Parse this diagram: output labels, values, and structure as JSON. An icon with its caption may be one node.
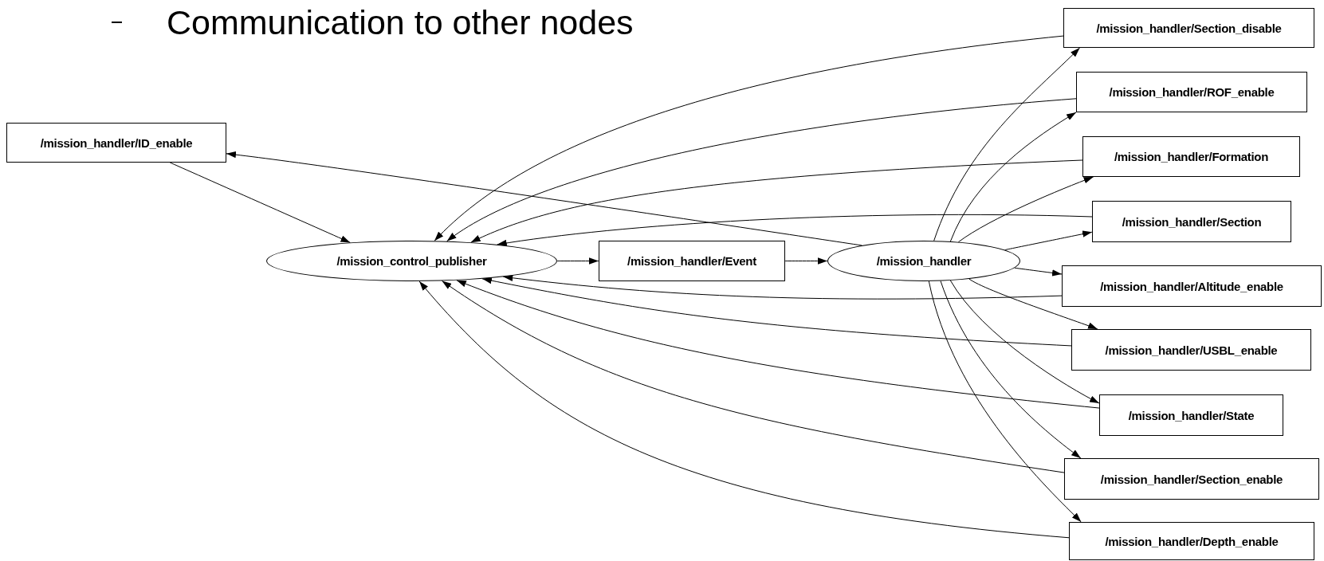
{
  "diagram": {
    "title": "Communication to other nodes",
    "nodes": [
      {
        "text": [
          "/mission_handler/ID_enable"
        ]
      },
      {
        "text": [
          "/mission_control_publisher"
        ]
      },
      {
        "text": [
          "/mission_handler/Event"
        ]
      },
      {
        "text": [
          "/mission_handler"
        ]
      },
      {
        "text": [
          "/mission_handler/Section_disable"
        ]
      },
      {
        "text": [
          "/mission_handler/ROF_enable"
        ]
      },
      {
        "text": [
          "/mission_handler/Formation"
        ]
      },
      {
        "text": [
          "/mission_handler/Section"
        ]
      },
      {
        "text": [
          "/mission_handler/Altitude_enable"
        ]
      },
      {
        "text": [
          "/mission_handler/USBL_enable"
        ]
      },
      {
        "text": [
          "/mission_handler/State"
        ]
      },
      {
        "text": [
          "/mission_handler/Section_enable"
        ]
      },
      {
        "text": [
          "/mission_handler/Depth_enable"
        ]
      }
    ],
    "edges": [
      {
        "from": 0,
        "to": 1,
        "arrow": "to"
      },
      {
        "from": 1,
        "to": 2,
        "arrow": "to"
      },
      {
        "from": 2,
        "to": 3,
        "arrow": "to"
      },
      {
        "from": 3,
        "to": 0,
        "arrow": "to"
      },
      {
        "from": 3,
        "to": 4,
        "arrow": "to"
      },
      {
        "from": 3,
        "to": 5,
        "arrow": "to"
      },
      {
        "from": 3,
        "to": 6,
        "arrow": "to"
      },
      {
        "from": 3,
        "to": 7,
        "arrow": "to"
      },
      {
        "from": 3,
        "to": 8,
        "arrow": "to"
      },
      {
        "from": 3,
        "to": 9,
        "arrow": "to"
      },
      {
        "from": 3,
        "to": 10,
        "arrow": "to"
      },
      {
        "from": 3,
        "to": 11,
        "arrow": "to"
      },
      {
        "from": 3,
        "to": 12,
        "arrow": "to"
      },
      {
        "from": 4,
        "to": 1,
        "arrow": "to"
      },
      {
        "from": 5,
        "to": 1,
        "arrow": "to"
      },
      {
        "from": 6,
        "to": 1,
        "arrow": "to"
      },
      {
        "from": 7,
        "to": 1,
        "arrow": "to"
      },
      {
        "from": 8,
        "to": 1,
        "arrow": "to"
      },
      {
        "from": 9,
        "to": 1,
        "arrow": "to"
      },
      {
        "from": 10,
        "to": 1,
        "arrow": "to"
      },
      {
        "from": 11,
        "to": 1,
        "arrow": "to"
      },
      {
        "from": 12,
        "to": 1,
        "arrow": "to"
      }
    ]
  }
}
